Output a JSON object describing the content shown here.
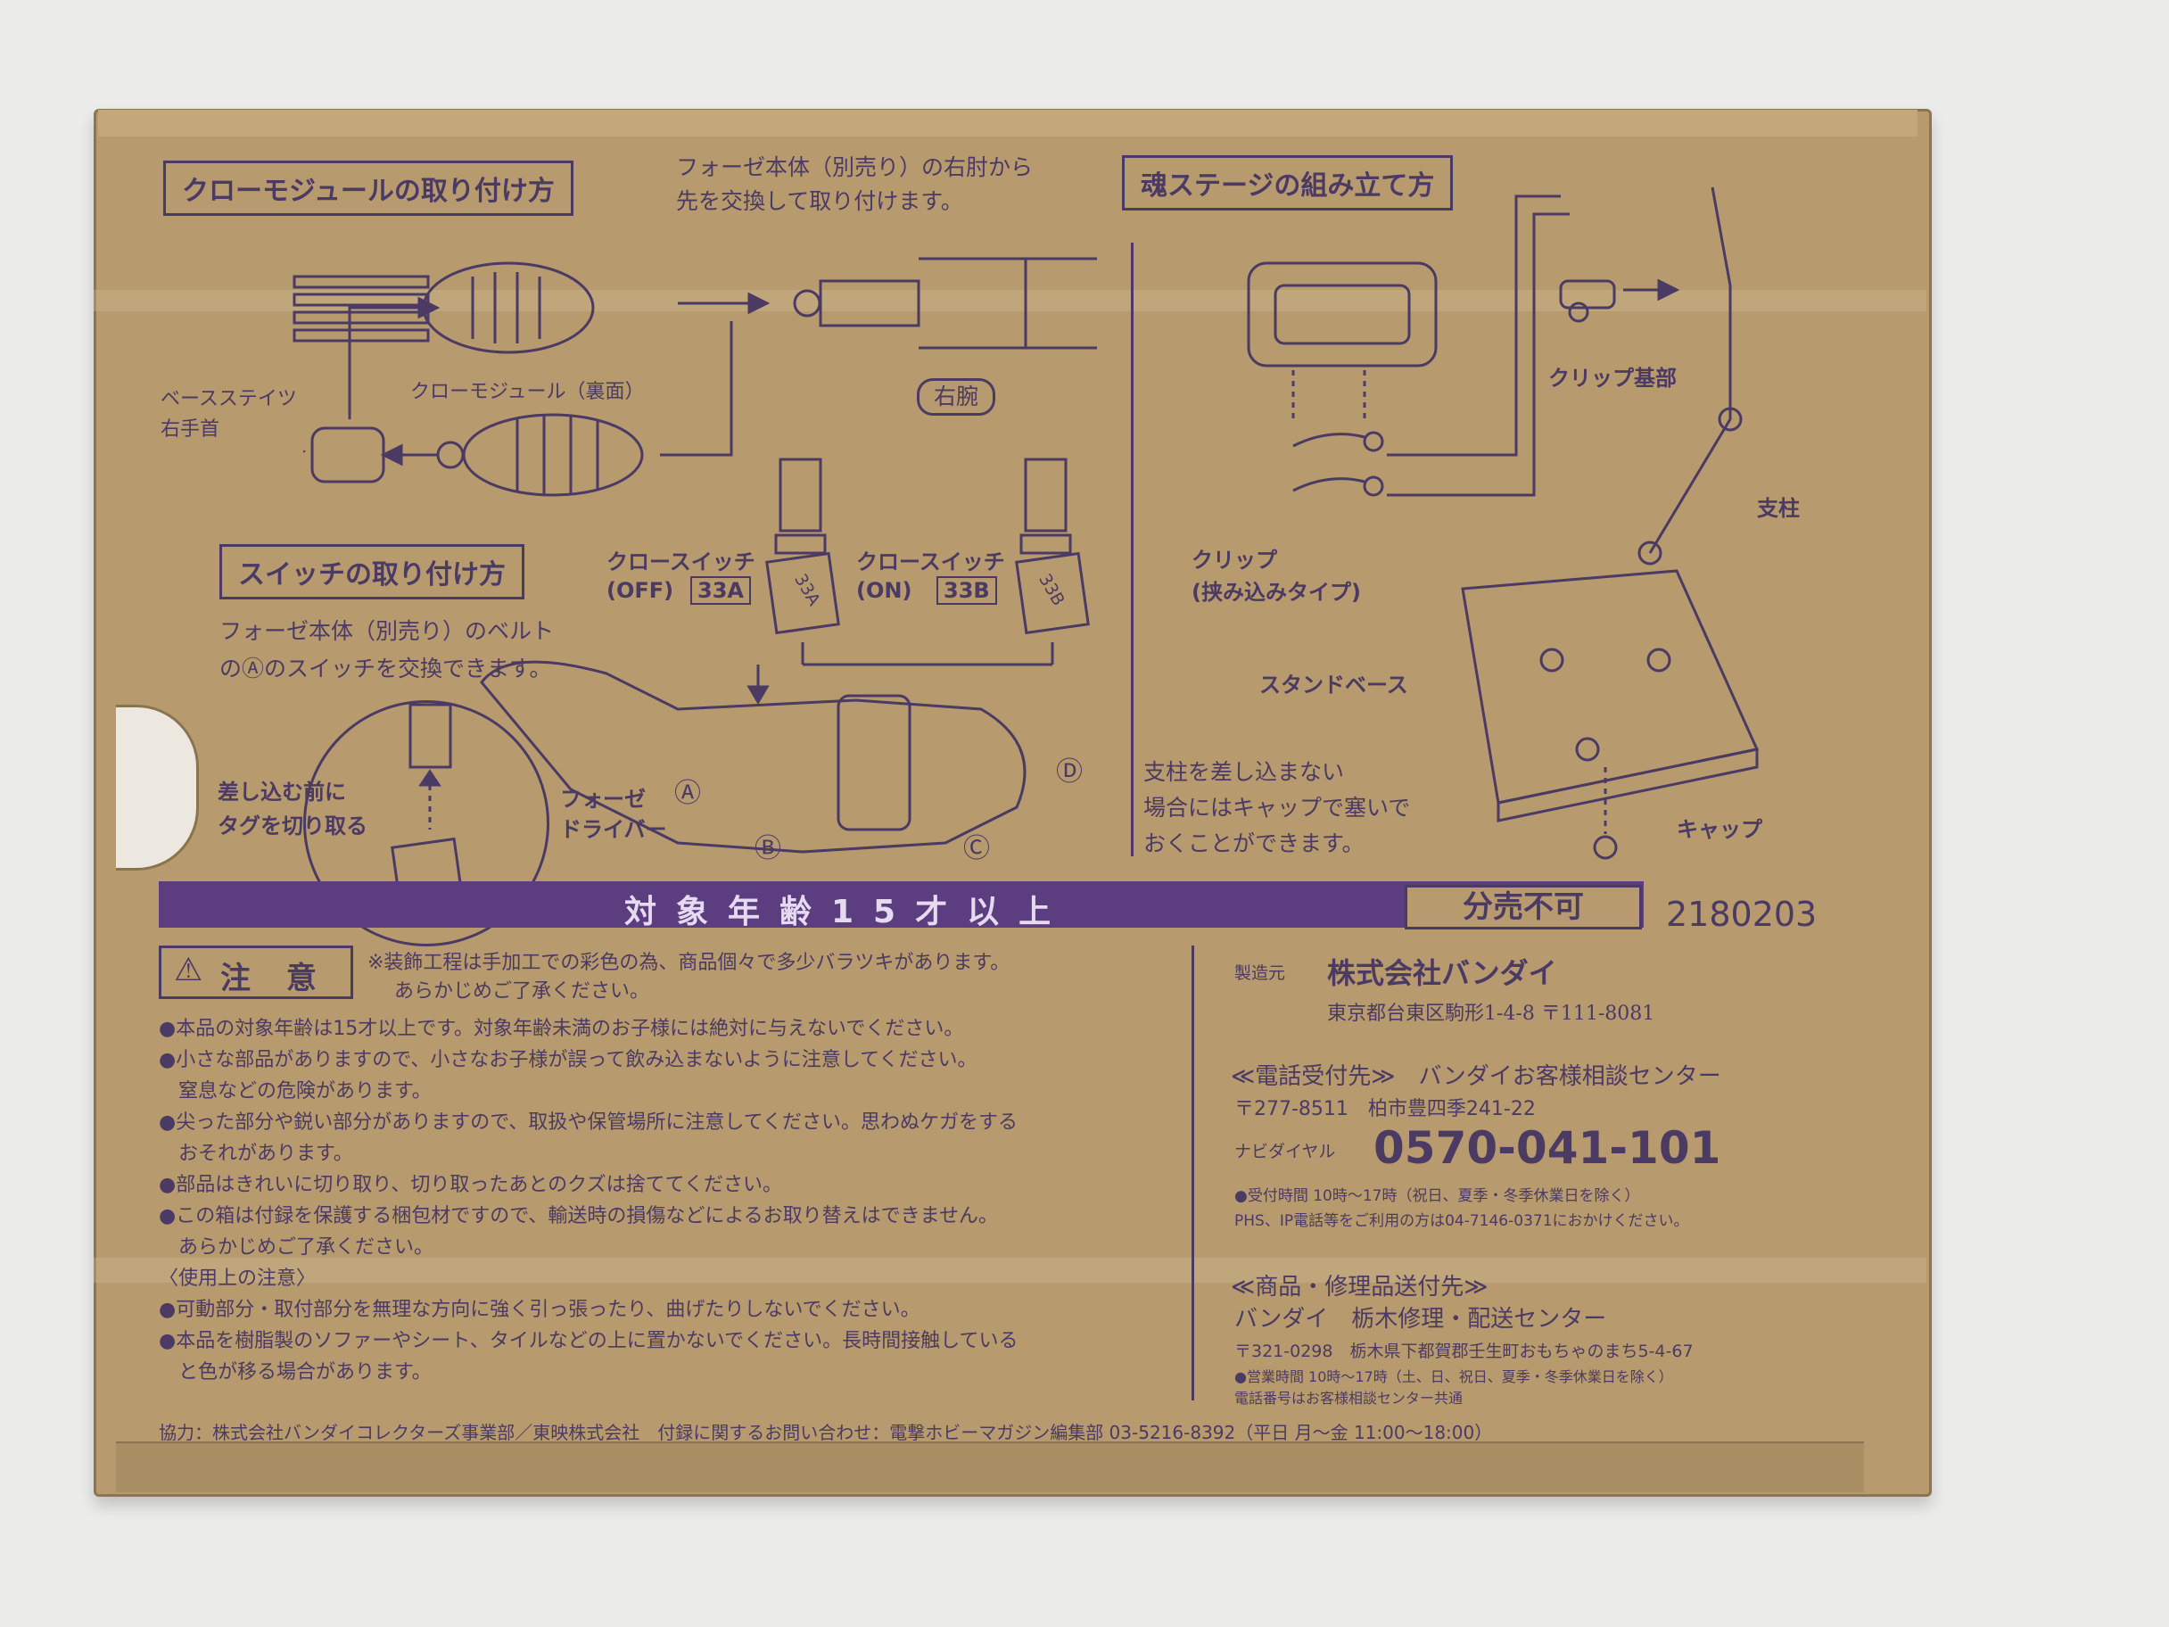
{
  "left_section": {
    "claw_title": "クローモジュールの取り付け方",
    "claw_note_line1": "フォーゼ本体（別売り）の右肘から",
    "claw_note_line2": "先を交換して取り付けます。",
    "base_hand_line1": "ベースステイツ",
    "base_hand_line2": "右手首",
    "claw_back": "クローモジュール（裏面）",
    "right_arm": "右腕",
    "switch_title": "スイッチの取り付け方",
    "switch_note_line1": "フォーゼ本体（別売り）のベルト",
    "switch_note_line2": "のⒶのスイッチを交換できます。",
    "claw_switch_off_line1": "クロースイッチ",
    "claw_switch_off_line2": "(OFF)",
    "claw_switch_off_code": "33A",
    "claw_switch_on_line1": "クロースイッチ",
    "claw_switch_on_line2": "(ON)",
    "claw_switch_on_code": "33B",
    "tag_33a": "33A",
    "tag_33b": "33B",
    "detach_line1": "差し込む前に",
    "detach_line2": "タグを切り取る",
    "driver_line1": "フォーゼ",
    "driver_line2": "ドライバー",
    "mark_a": "Ⓐ",
    "mark_b": "Ⓑ",
    "mark_c": "Ⓒ",
    "mark_d": "Ⓓ"
  },
  "right_section": {
    "stage_title": "魂ステージの組み立て方",
    "clip_base": "クリップ基部",
    "pillar": "支柱",
    "clip_line1": "クリップ",
    "clip_line2": "(挟み込みタイプ)",
    "stand_base": "スタンドベース",
    "cap_note_line1": "支柱を差し込まない",
    "cap_note_line2": "場合にはキャップで塞いで",
    "cap_note_line3": "おくことができます。",
    "cap": "キャップ"
  },
  "band": {
    "age": "対象年齢15才以上",
    "not_sold_separately": "分売不可",
    "code": "2180203"
  },
  "caution": {
    "title": "注 意",
    "intro_line1": "※装飾工程は手加工での彩色の為、商品個々で多少バラツキがあります。",
    "intro_line2": "あらかじめご了承ください。",
    "items": [
      "●本品の対象年齢は15才以上です。対象年齢未満のお子様には絶対に与えないでください。",
      "●小さな部品がありますので、小さなお子様が誤って飲み込まないように注意してください。",
      "　窒息などの危険があります。",
      "●尖った部分や鋭い部分がありますので、取扱や保管場所に注意してください。思わぬケガをする",
      "　おそれがあります。",
      "●部品はきれいに切り取り、切り取ったあとのクズは捨ててください。",
      "●この箱は付録を保護する梱包材ですので、輸送時の損傷などによるお取り替えはできません。",
      "　あらかじめご了承ください。",
      "〈使用上の注意〉",
      "●可動部分・取付部分を無理な方向に強く引っ張ったり、曲げたりしないでください。",
      "●本品を樹脂製のソファーやシート、タイルなどの上に置かないでください。長時間接触している",
      "　と色が移る場合があります。"
    ],
    "credit": "協力：株式会社バンダイコレクターズ事業部／東映株式会社　付録に関するお問い合わせ：電撃ホビーマガジン編集部 03-5216-8392（平日 月〜金 11:00〜18:00）"
  },
  "maker": {
    "label": "製造元",
    "name": "株式会社バンダイ",
    "address": "東京都台東区駒形1-4-8 〒111-8081",
    "call_header": "≪電話受付先≫　バンダイお客様相談センター",
    "call_address": "〒277-8511　柏市豊四季241-22",
    "navi_label": "ナビダイヤル",
    "phone": "0570-041-101",
    "hours": "●受付時間 10時〜17時（祝日、夏季・冬季休業日を除く）",
    "phs": "PHS、IP電話等をご利用の方は04-7146-0371におかけください。",
    "repair_header": "≪商品・修理品送付先≫",
    "repair_center": "バンダイ　栃木修理・配送センター",
    "repair_address": "〒321-0298　栃木県下都賀郡壬生町おもちゃのまち5-4-67",
    "repair_hours": "●営業時間 10時〜17時（土、日、祝日、夏季・冬季休業日を除く）",
    "repair_phone_note": "電話番号はお客様相談センター共通"
  }
}
